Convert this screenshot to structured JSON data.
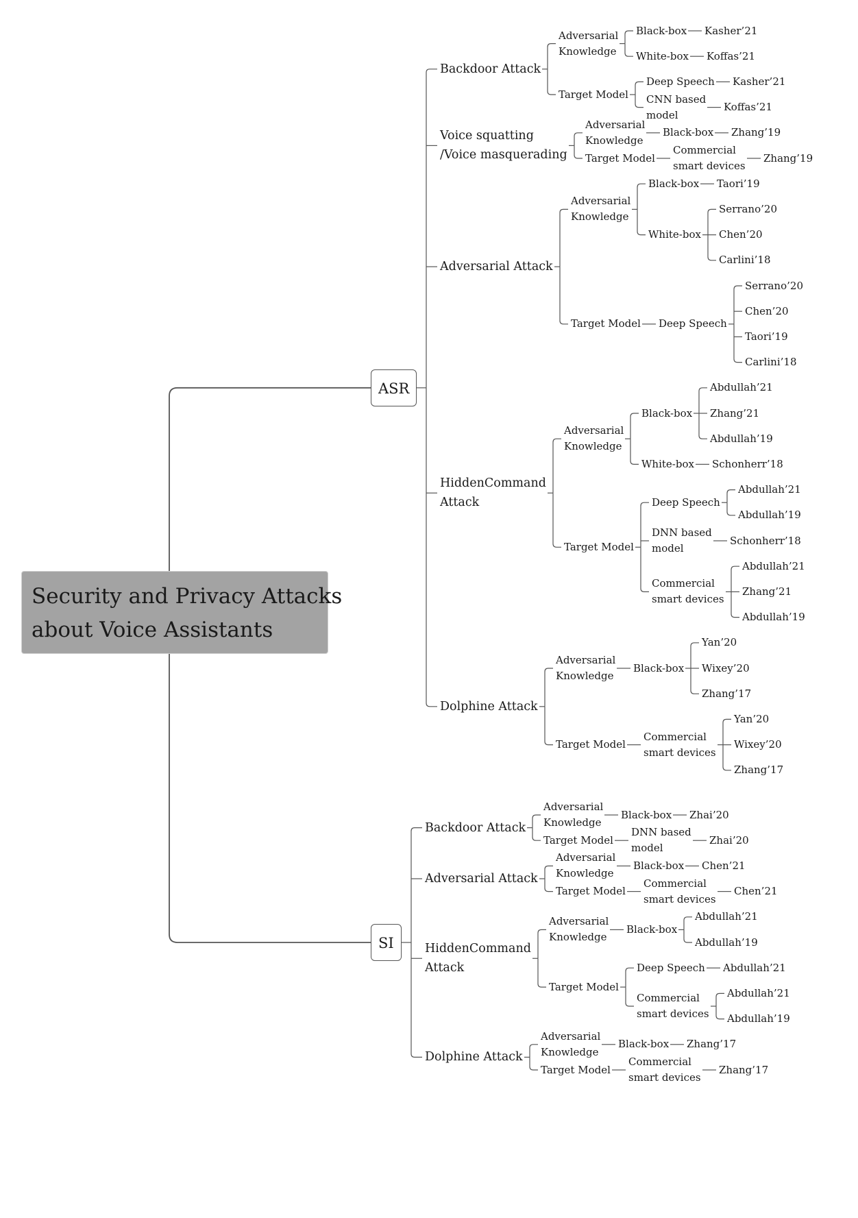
{
  "root": [
    "Security and Privacy Attacks",
    "about Voice Assistants"
  ],
  "tree": [
    {
      "label": "ASR",
      "children": [
        {
          "label": "Backdoor Attack",
          "children": [
            {
              "label": "Adversarial Knowledge",
              "children": [
                {
                  "label": "Black-box",
                  "children": [
                    {
                      "label": "Kasher’21"
                    }
                  ]
                },
                {
                  "label": "White-box",
                  "children": [
                    {
                      "label": "Koffas’21"
                    }
                  ]
                }
              ]
            },
            {
              "label": "Target Model",
              "children": [
                {
                  "label": "Deep Speech",
                  "children": [
                    {
                      "label": "Kasher’21"
                    }
                  ]
                },
                {
                  "label": "CNN based model",
                  "children": [
                    {
                      "label": "Koffas’21"
                    }
                  ]
                }
              ]
            }
          ]
        },
        {
          "label": "Voice squatting /Voice masquerading",
          "children": [
            {
              "label": "Adversarial Knowledge",
              "children": [
                {
                  "label": "Black-box",
                  "children": [
                    {
                      "label": "Zhang’19"
                    }
                  ]
                }
              ]
            },
            {
              "label": "Target Model",
              "children": [
                {
                  "label": "Commercial smart devices",
                  "children": [
                    {
                      "label": "Zhang’19"
                    }
                  ]
                }
              ]
            }
          ]
        },
        {
          "label": "Adversarial Attack",
          "children": [
            {
              "label": "Adversarial Knowledge",
              "children": [
                {
                  "label": "Black-box",
                  "children": [
                    {
                      "label": "Taori’19"
                    }
                  ]
                },
                {
                  "label": "White-box",
                  "children": [
                    {
                      "label": "Serrano’20"
                    },
                    {
                      "label": "Chen’20"
                    },
                    {
                      "label": "Carlini’18"
                    }
                  ]
                }
              ]
            },
            {
              "label": "Target Model",
              "children": [
                {
                  "label": "Deep Speech",
                  "children": [
                    {
                      "label": "Serrano’20"
                    },
                    {
                      "label": "Chen’20"
                    },
                    {
                      "label": "Taori’19"
                    },
                    {
                      "label": "Carlini’18"
                    }
                  ]
                }
              ]
            }
          ]
        },
        {
          "label": "HiddenCommand Attack",
          "children": [
            {
              "label": "Adversarial Knowledge",
              "children": [
                {
                  "label": "Black-box",
                  "children": [
                    {
                      "label": "Abdullah’21"
                    },
                    {
                      "label": "Zhang’21"
                    },
                    {
                      "label": "Abdullah’19"
                    }
                  ]
                },
                {
                  "label": "White-box",
                  "children": [
                    {
                      "label": "Schonherr’18"
                    }
                  ]
                }
              ]
            },
            {
              "label": "Target Model",
              "children": [
                {
                  "label": "Deep Speech",
                  "children": [
                    {
                      "label": "Abdullah’21"
                    },
                    {
                      "label": "Abdullah’19"
                    }
                  ]
                },
                {
                  "label": "DNN based model",
                  "children": [
                    {
                      "label": "Schonherr’18"
                    }
                  ]
                },
                {
                  "label": "Commercial smart devices",
                  "children": [
                    {
                      "label": "Abdullah’21"
                    },
                    {
                      "label": "Zhang’21"
                    },
                    {
                      "label": "Abdullah’19"
                    }
                  ]
                }
              ]
            }
          ]
        },
        {
          "label": "Dolphine Attack",
          "children": [
            {
              "label": "Adversarial Knowledge",
              "children": [
                {
                  "label": "Black-box",
                  "children": [
                    {
                      "label": "Yan’20"
                    },
                    {
                      "label": "Wixey’20"
                    },
                    {
                      "label": "Zhang’17"
                    }
                  ]
                }
              ]
            },
            {
              "label": "Target Model",
              "children": [
                {
                  "label": "Commercial smart devices",
                  "children": [
                    {
                      "label": "Yan’20"
                    },
                    {
                      "label": "Wixey’20"
                    },
                    {
                      "label": "Zhang’17"
                    }
                  ]
                }
              ]
            }
          ]
        }
      ]
    },
    {
      "label": "SI",
      "children": [
        {
          "label": "Backdoor Attack",
          "children": [
            {
              "label": "Adversarial Knowledge",
              "children": [
                {
                  "label": "Black-box",
                  "children": [
                    {
                      "label": "Zhai’20"
                    }
                  ]
                }
              ]
            },
            {
              "label": "Target Model",
              "children": [
                {
                  "label": "DNN based model",
                  "children": [
                    {
                      "label": "Zhai’20"
                    }
                  ]
                }
              ]
            }
          ]
        },
        {
          "label": "Adversarial Attack",
          "children": [
            {
              "label": "Adversarial Knowledge",
              "children": [
                {
                  "label": "Black-box",
                  "children": [
                    {
                      "label": "Chen’21"
                    }
                  ]
                }
              ]
            },
            {
              "label": "Target Model",
              "children": [
                {
                  "label": "Commercial smart devices",
                  "children": [
                    {
                      "label": "Chen’21"
                    }
                  ]
                }
              ]
            }
          ]
        },
        {
          "label": "HiddenCommand Attack",
          "children": [
            {
              "label": "Adversarial Knowledge",
              "children": [
                {
                  "label": "Black-box",
                  "children": [
                    {
                      "label": "Abdullah’21"
                    },
                    {
                      "label": "Abdullah’19"
                    }
                  ]
                }
              ]
            },
            {
              "label": "Target Model",
              "children": [
                {
                  "label": "Deep Speech",
                  "children": [
                    {
                      "label": "Abdullah’21"
                    }
                  ]
                },
                {
                  "label": "Commercial smart devices",
                  "children": [
                    {
                      "label": "Abdullah’21"
                    },
                    {
                      "label": "Abdullah’19"
                    }
                  ]
                }
              ]
            }
          ]
        },
        {
          "label": "Dolphine Attack",
          "children": [
            {
              "label": "Adversarial Knowledge",
              "children": [
                {
                  "label": "Black-box",
                  "children": [
                    {
                      "label": "Zhang’17"
                    }
                  ]
                }
              ]
            },
            {
              "label": "Target Model",
              "children": [
                {
                  "label": "Commercial smart devices",
                  "children": [
                    {
                      "label": "Zhang’17"
                    }
                  ]
                }
              ]
            }
          ]
        }
      ]
    }
  ]
}
